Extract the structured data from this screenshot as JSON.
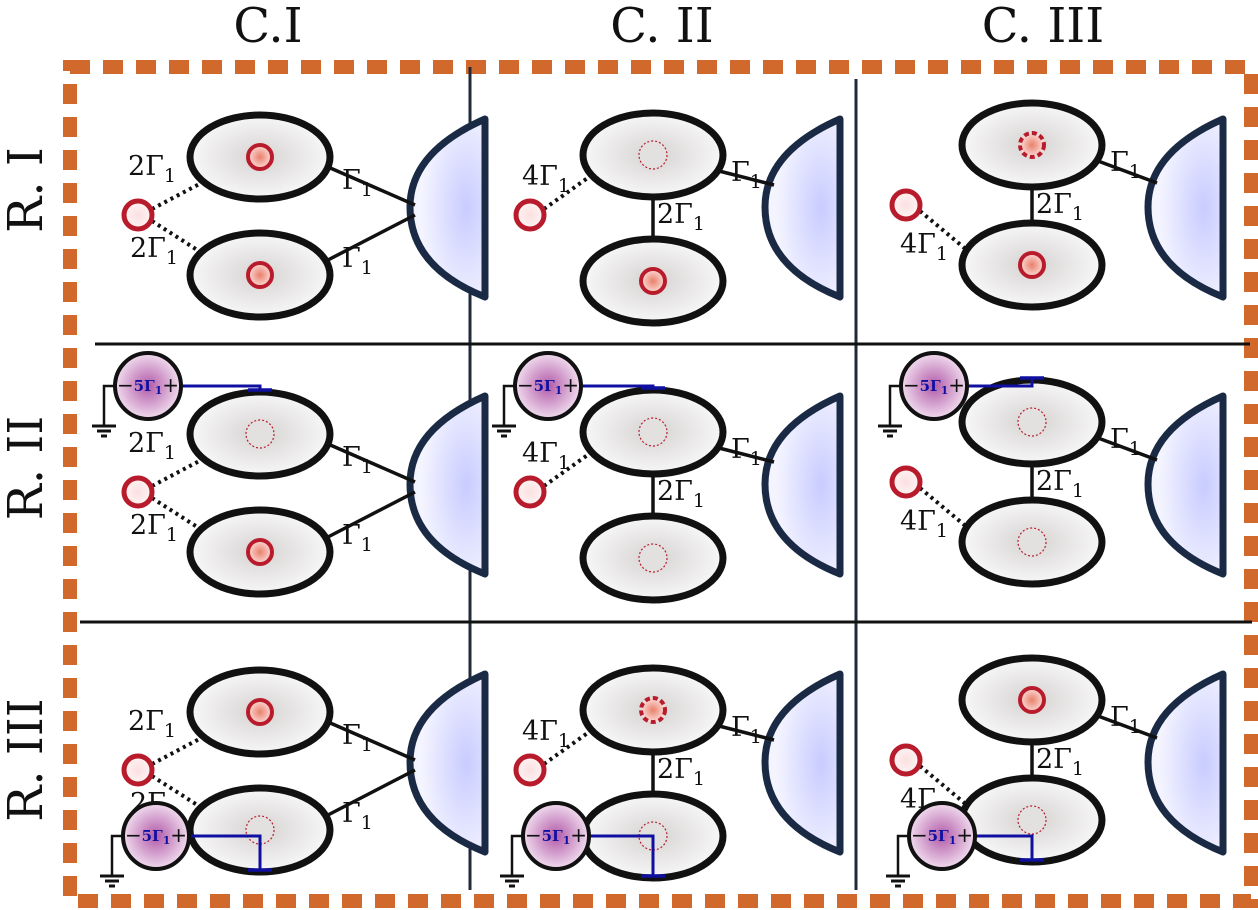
{
  "columns": [
    "C.I",
    "C. II",
    "C. III"
  ],
  "rows": [
    "R. I",
    "R. II",
    "R. III"
  ],
  "labels": {
    "two_gamma": "2Γ",
    "four_gamma": "4Γ",
    "gamma": "Γ",
    "sub_one": "1",
    "capacitor": "5Γ"
  },
  "cells": [
    {
      "row": 0,
      "col": 0,
      "layout": "A",
      "cap": "none",
      "dot_top": "solid",
      "dot_bot": "solid"
    },
    {
      "row": 0,
      "col": 1,
      "layout": "B",
      "cap": "none",
      "dot_top": "thin",
      "dot_bot": "solid"
    },
    {
      "row": 0,
      "col": 2,
      "layout": "C",
      "cap": "none",
      "dot_top": "dashed",
      "dot_bot": "solid"
    },
    {
      "row": 1,
      "col": 0,
      "layout": "A",
      "cap": "top",
      "dot_top": "thin",
      "dot_bot": "solid"
    },
    {
      "row": 1,
      "col": 1,
      "layout": "B",
      "cap": "top",
      "dot_top": "thin",
      "dot_bot": "thin"
    },
    {
      "row": 1,
      "col": 2,
      "layout": "C",
      "cap": "top",
      "dot_top": "thin",
      "dot_bot": "thin"
    },
    {
      "row": 2,
      "col": 0,
      "layout": "A",
      "cap": "bottom",
      "dot_top": "solid",
      "dot_bot": "thin"
    },
    {
      "row": 2,
      "col": 1,
      "layout": "B",
      "cap": "bottom",
      "dot_top": "dashed",
      "dot_bot": "thin"
    },
    {
      "row": 2,
      "col": 2,
      "layout": "C",
      "cap": "bottom",
      "dot_top": "solid",
      "dot_bot": "thin"
    }
  ],
  "colors": {
    "frame": "#d2692c",
    "ellipse_stroke": "#111111",
    "emitter": "#b81c2c",
    "mirror_stroke": "#1a2a44",
    "mirror_fill": "#d9dcff",
    "capacitor_fill": "#c77fc0",
    "wire": "#1010a0",
    "grid_line": "#222a3a"
  }
}
